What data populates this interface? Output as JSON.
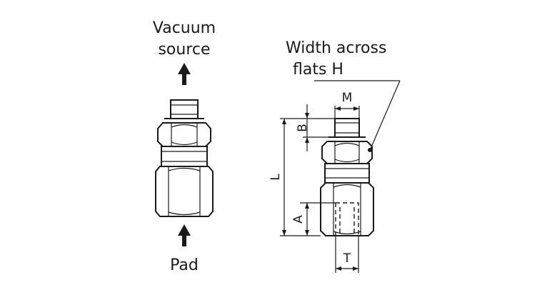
{
  "left": {
    "label_top_line1": "Vacuum",
    "label_top_line2": "source",
    "label_bottom": "Pad"
  },
  "right": {
    "label_line1": "Width across",
    "label_line2": "flats H",
    "dim_M": "M",
    "dim_B": "B",
    "dim_L": "L",
    "dim_A": "A",
    "dim_T": "T"
  }
}
